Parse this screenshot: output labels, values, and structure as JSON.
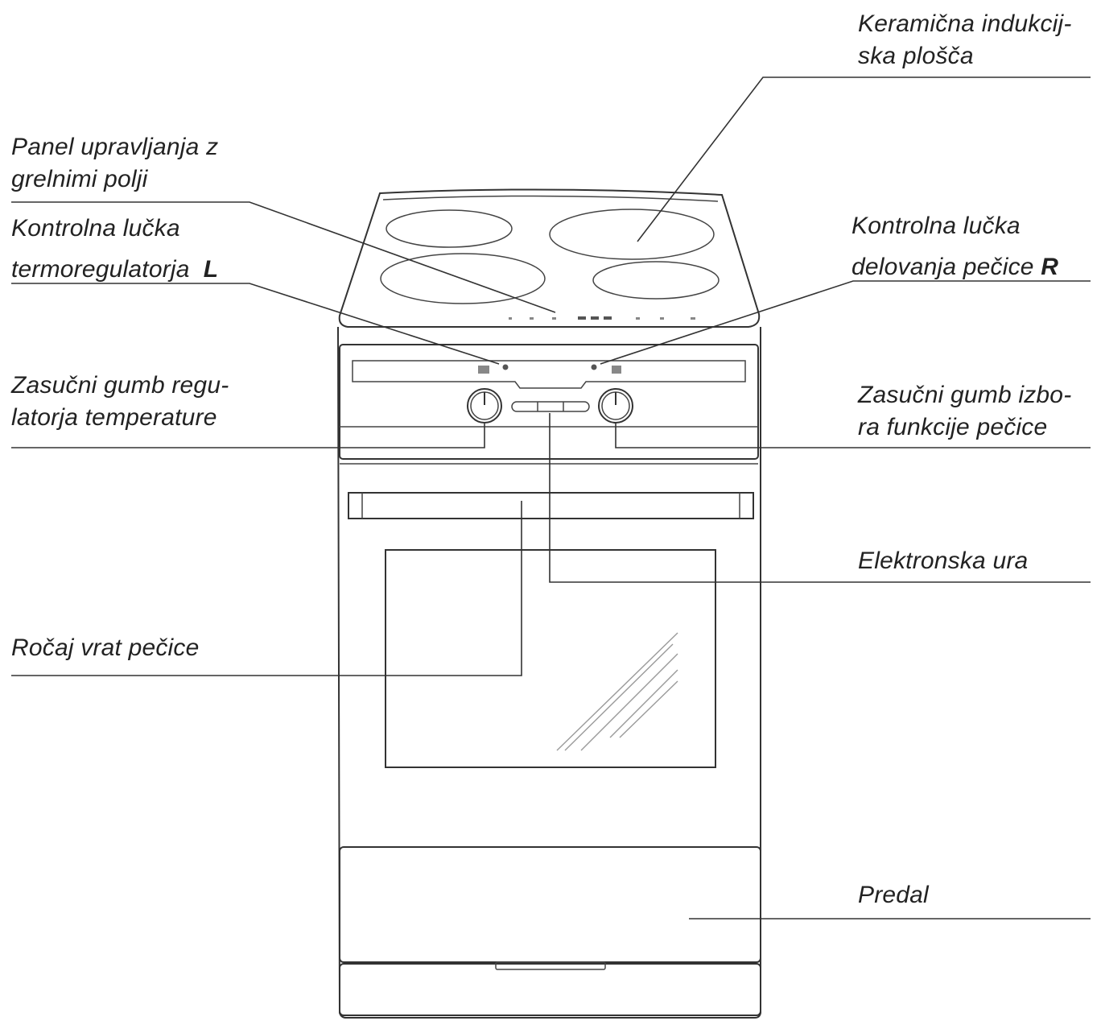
{
  "labels": {
    "ceramic_hob": [
      "Keramična indukcij-",
      "ska plošča"
    ],
    "hob_control_panel": [
      "Panel upravljanja z",
      "grelnimi polji"
    ],
    "thermostat_lamp": {
      "line1": "Kontrolna lučka",
      "line2": "termoregulatorja",
      "marker": "L"
    },
    "oven_lamp": {
      "line1": "Kontrolna lučka",
      "line2": "delovanja pečice",
      "marker": "R"
    },
    "temperature_knob": [
      "Zasučni gumb regu-",
      "latorja temperature"
    ],
    "function_knob": [
      "Zasučni gumb izbo-",
      "ra funkcije pečice"
    ],
    "electronic_clock": "Elektronska ura",
    "door_handle": "Ročaj vrat pečice",
    "drawer": "Predal"
  }
}
